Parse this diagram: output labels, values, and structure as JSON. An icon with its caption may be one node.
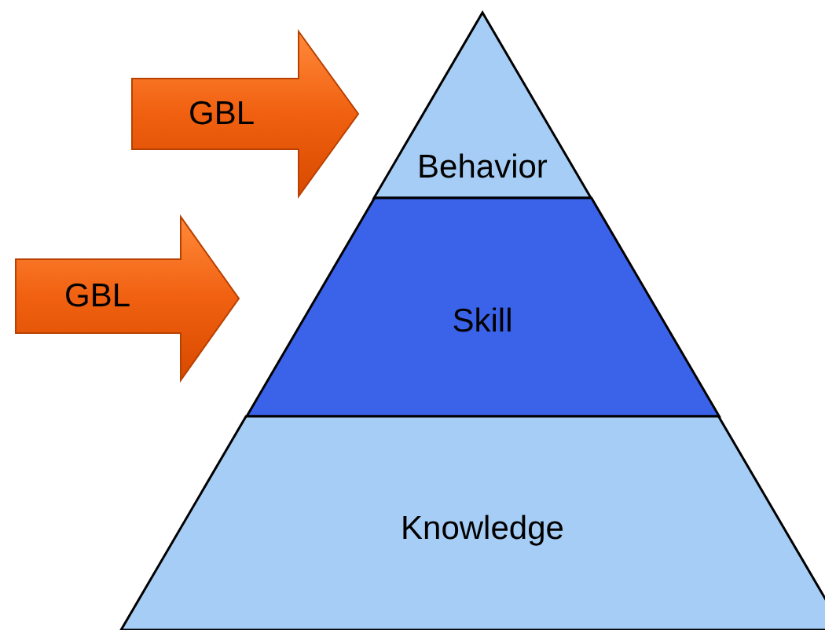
{
  "diagram": {
    "nodes": [
      {
        "text": [
          "Behavior"
        ]
      },
      {
        "text": [
          "Skill"
        ]
      },
      {
        "text": [
          "Knowledge"
        ]
      },
      {
        "text": [
          "GBL"
        ]
      },
      {
        "text": [
          "GBL"
        ]
      }
    ]
  }
}
